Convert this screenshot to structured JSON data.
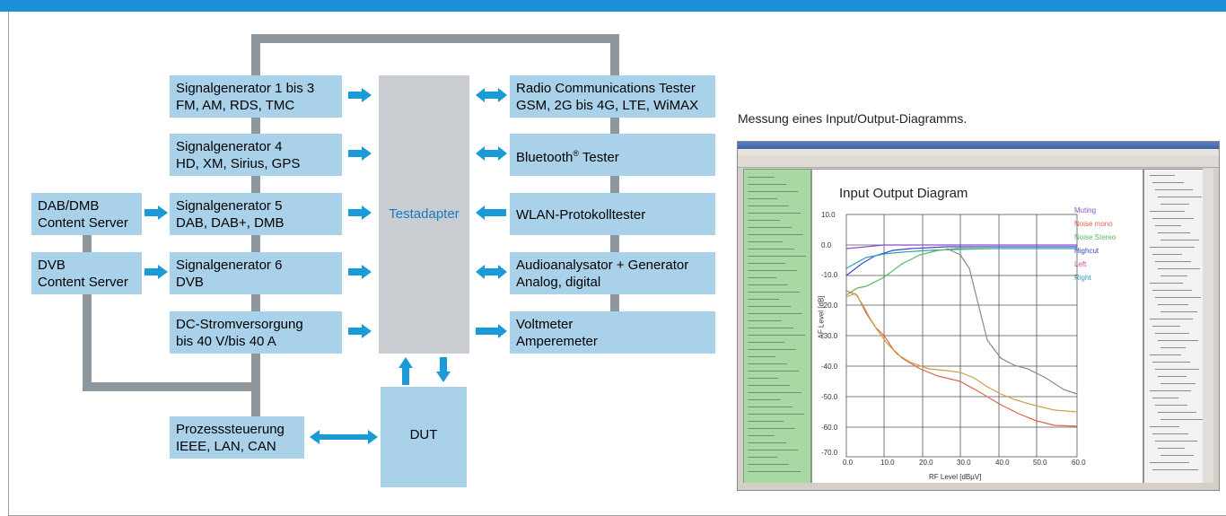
{
  "boxes": {
    "sg13": {
      "line1": "Signalgenerator 1 bis 3",
      "line2": "FM, AM, RDS, TMC"
    },
    "sg4": {
      "line1": "Signalgenerator 4",
      "line2": "HD, XM, Sirius, GPS"
    },
    "sg5": {
      "line1": "Signalgenerator 5",
      "line2": "DAB, DAB+, DMB"
    },
    "sg6": {
      "line1": "Signalgenerator 6",
      "line2": "DVB"
    },
    "dc": {
      "line1": "DC-Stromversorgung",
      "line2": "bis 40 V/bis 40 A"
    },
    "dab_server": {
      "line1": "DAB/DMB",
      "line2": "Content Server"
    },
    "dvb_server": {
      "line1": "DVB",
      "line2": "Content Server"
    },
    "prozess": {
      "line1": "Prozesssteuerung",
      "line2": "IEEE, LAN, CAN"
    },
    "radio": {
      "line1": "Radio Communications Tester",
      "line2": "GSM, 2G bis 4G, LTE, WiMAX"
    },
    "bluetooth": {
      "line1": "Bluetooth",
      "sup": "®",
      "line1b": " Tester"
    },
    "wlan": {
      "line1": "WLAN-Protokolltester"
    },
    "audio": {
      "line1": "Audioanalysator + Generator",
      "line2": "Analog, digital"
    },
    "volt": {
      "line1": "Voltmeter",
      "line2": "Amperemeter"
    },
    "testadapter": "Testadapter",
    "dut": "DUT"
  },
  "caption": "Messung eines Input/Output-Diagramms.",
  "plot": {
    "title": "Input Output Diagram",
    "legend": [
      "Muting",
      "Noise mono",
      "Noise Stereo",
      "Highcut",
      "Left",
      "Right"
    ],
    "legend_colors": [
      "#8d4fc9",
      "#e0644a",
      "#57b86a",
      "#3b48c8",
      "#d04fa0",
      "#2f9fb6"
    ],
    "yticks": [
      "10.0",
      "0.0",
      "-10.0",
      "-20.0",
      "-30.0",
      "-40.0",
      "-50.0",
      "-60.0",
      "-70.0"
    ],
    "xticks": [
      "0.0",
      "10.0",
      "20.0",
      "30.0",
      "40.0",
      "50.0",
      "60.0"
    ],
    "xlabel": "RF Level [dBµV]",
    "ylabel": "AF Level [dB]"
  },
  "colors": {
    "bus": "#8f979e",
    "box": "#a9d2ea",
    "arrow": "#1a9ad6",
    "topbar": "#1c8fd8"
  }
}
